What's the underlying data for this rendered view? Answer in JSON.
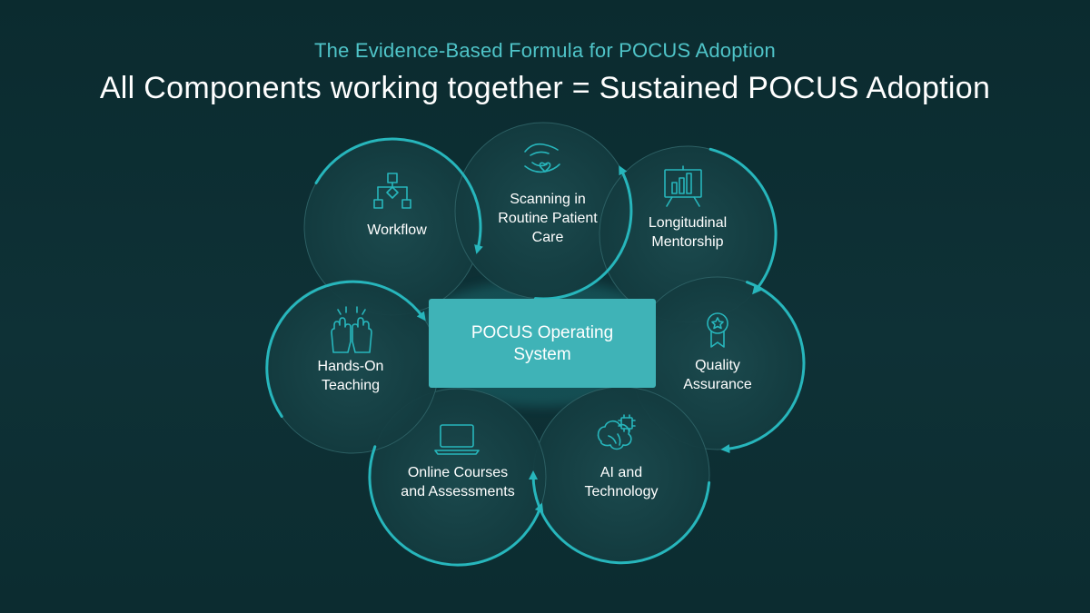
{
  "header": {
    "subtitle": "The Evidence-Based Formula for POCUS Adoption",
    "title": "All Components working together = Sustained POCUS Adoption"
  },
  "center": {
    "label_lines": [
      "POCUS Operating",
      "System"
    ]
  },
  "nodes": [
    {
      "id": "workflow",
      "icon": "workflow-icon",
      "lines": [
        "Workflow"
      ]
    },
    {
      "id": "scanning",
      "icon": "hands-heart-icon",
      "lines": [
        "Scanning in",
        "Routine Patient",
        "Care"
      ]
    },
    {
      "id": "mentorship",
      "icon": "presentation-chart-icon",
      "lines": [
        "Longitudinal",
        "Mentorship"
      ]
    },
    {
      "id": "quality",
      "icon": "award-ribbon-icon",
      "lines": [
        "Quality",
        "Assurance"
      ]
    },
    {
      "id": "ai",
      "icon": "brain-chip-icon",
      "lines": [
        "AI and",
        "Technology"
      ]
    },
    {
      "id": "online",
      "icon": "laptop-icon",
      "lines": [
        "Online Courses",
        "and Assessments"
      ]
    },
    {
      "id": "handson",
      "icon": "raised-hands-icon",
      "lines": [
        "Hands-On",
        "Teaching"
      ]
    }
  ],
  "colors": {
    "accent": "#27b6bc",
    "center_box": "#3fb3b7",
    "circle_fill": "#163f43",
    "background": "#0d2f33"
  }
}
